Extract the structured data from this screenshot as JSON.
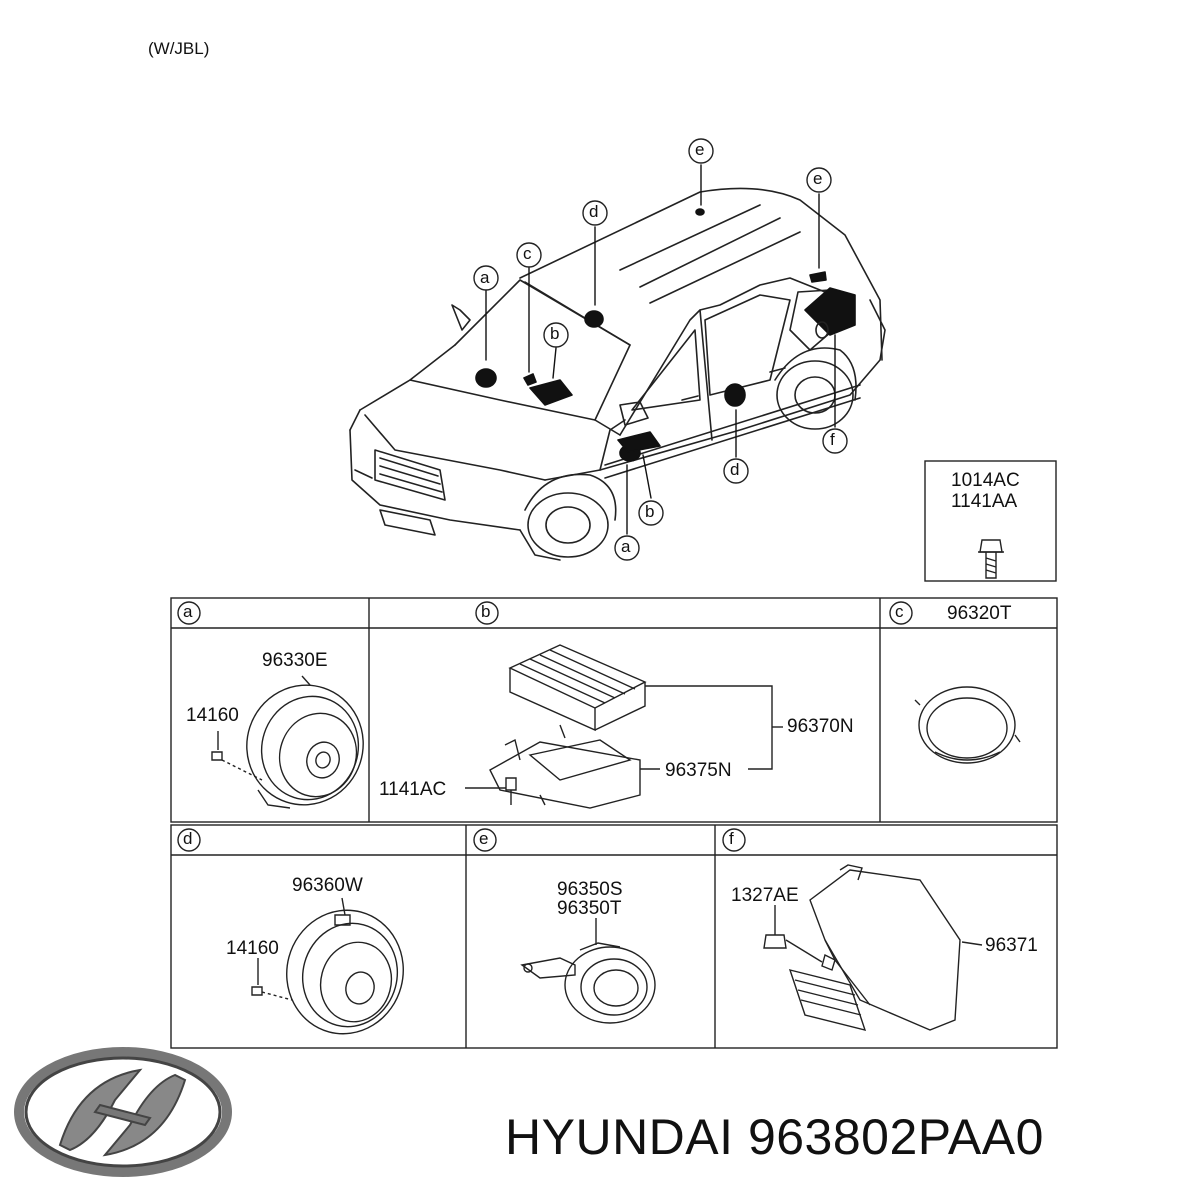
{
  "header": {
    "variant_note": "(W/JBL)"
  },
  "car_view": {
    "callouts": [
      "a",
      "b",
      "c",
      "d",
      "e",
      "e",
      "d",
      "b",
      "a",
      "f"
    ]
  },
  "fastener_box": {
    "codes": [
      "1014AC",
      "1141AA"
    ]
  },
  "panels": {
    "a": {
      "letter": "a",
      "parts": [
        "96330E",
        "14160"
      ]
    },
    "b": {
      "letter": "b",
      "parts": [
        "96370N",
        "96375N",
        "1141AC"
      ]
    },
    "c": {
      "letter": "c",
      "parts": [
        "96320T"
      ]
    },
    "d": {
      "letter": "d",
      "parts": [
        "96360W",
        "14160"
      ]
    },
    "e": {
      "letter": "e",
      "parts": [
        "96350S",
        "96350T"
      ]
    },
    "f": {
      "letter": "f",
      "parts": [
        "1327AE",
        "96371"
      ]
    }
  },
  "brand": {
    "name": "HYUNDAI",
    "part_number": "963802PAA0"
  }
}
